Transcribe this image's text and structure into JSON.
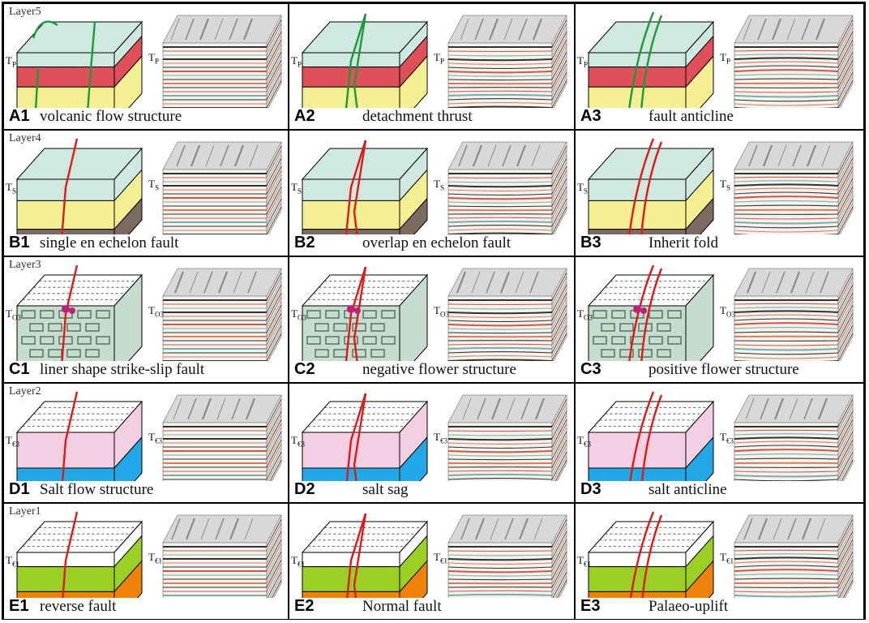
{
  "layers": [
    "Layer5",
    "Layer4",
    "Layer3",
    "Layer2",
    "Layer1"
  ],
  "horizons": [
    "TP",
    "TS",
    "TO3",
    "T€3",
    "T€1"
  ],
  "horizon_labels": [
    {
      "main": "T",
      "sub": "P"
    },
    {
      "main": "T",
      "sub": "S"
    },
    {
      "main": "T",
      "sub": "O3"
    },
    {
      "main": "T",
      "sub": "€3"
    },
    {
      "main": "T",
      "sub": "€1"
    }
  ],
  "panels": [
    {
      "code": "A1",
      "caption": "volcanic flow structure"
    },
    {
      "code": "A2",
      "caption": "detachment thrust"
    },
    {
      "code": "A3",
      "caption": "fault anticline"
    },
    {
      "code": "B1",
      "caption": "single en echelon fault"
    },
    {
      "code": "B2",
      "caption": "overlap en echelon fault"
    },
    {
      "code": "B3",
      "caption": "Inherit  fold"
    },
    {
      "code": "C1",
      "caption": "liner shape strike-slip fault"
    },
    {
      "code": "C2",
      "caption": "negative flower structure"
    },
    {
      "code": "C3",
      "caption": "positive flower structure"
    },
    {
      "code": "D1",
      "caption": "Salt flow structure"
    },
    {
      "code": "D2",
      "caption": "salt  sag"
    },
    {
      "code": "D3",
      "caption": "salt  anticline"
    },
    {
      "code": "E1",
      "caption": "reverse fault"
    },
    {
      "code": "E2",
      "caption": "Normal fault"
    },
    {
      "code": "E3",
      "caption": "Palaeo-uplift"
    }
  ],
  "colors": {
    "top_face": "#cfe8e0",
    "red_layer": "#e0505a",
    "yellow_layer": "#f4ef92",
    "brown_layer": "#7d6a60",
    "carbonate": "#c6dccf",
    "carbonate_lines": "#3b5a48",
    "pink_salt": "#f3cfe3",
    "blue_salt": "#22a8e6",
    "green_layer": "#9ccf24",
    "orange_layer": "#f0820a",
    "grey_uplift": "#8c8c8c",
    "fault_red": "#e01818",
    "fault_green": "#1a9a3a",
    "magenta": "#c0207a"
  }
}
